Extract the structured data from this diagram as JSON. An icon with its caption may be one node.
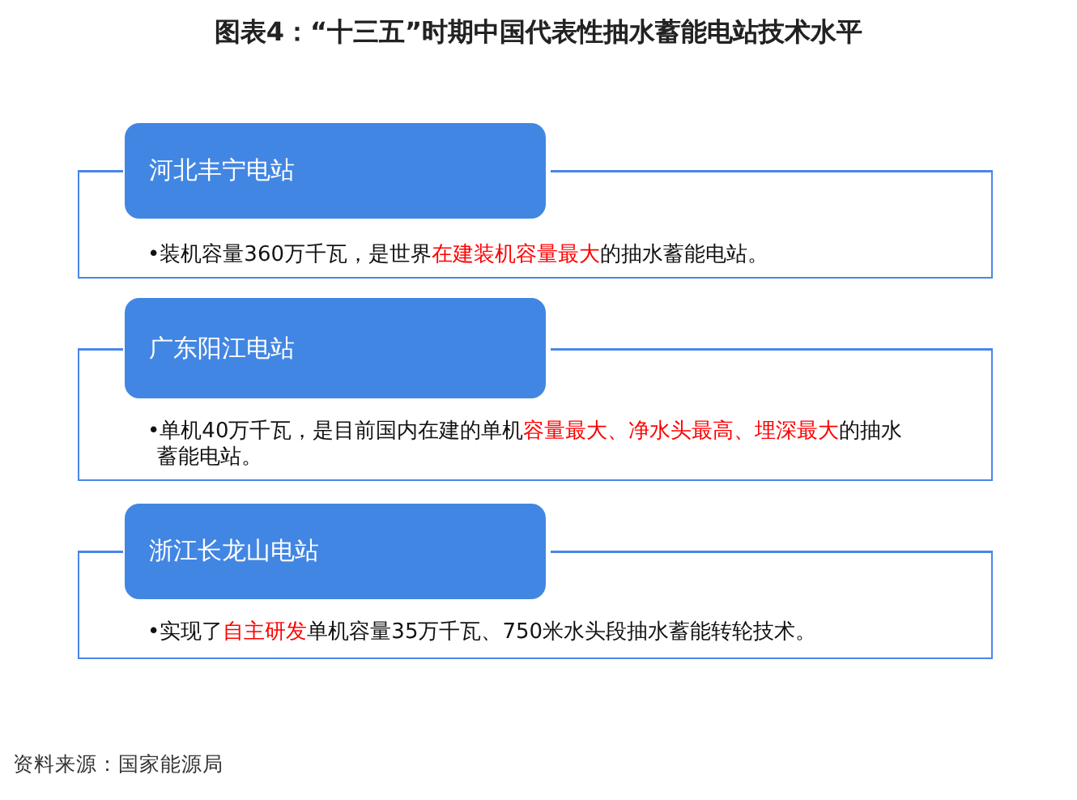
{
  "diagram": {
    "title": "图表4：“十三五”时期中国代表性抽水蓄能电站技术水平",
    "nodes": [
      {
        "text": [
          "河北丰宁电站"
        ]
      },
      {
        "text": [
          "•装机容量360万千瓦，是世界**在建装机容量最大**的抽水蓄能电站。"
        ]
      },
      {
        "text": [
          "广东阳江电站"
        ]
      },
      {
        "text": [
          "•单机40万千瓦，是目前国内在建的单机**容量最大、净水头最高、埋深最大**的抽水蓄能电站。"
        ]
      },
      {
        "text": [
          "浙江长龙山电站"
        ]
      },
      {
        "text": [
          "•实现了**自主研发**单机容量35万千瓦、750米水头段抽水蓄能转轮技术。"
        ]
      }
    ],
    "labels": [
      "资料来源：国家能源局"
    ]
  }
}
